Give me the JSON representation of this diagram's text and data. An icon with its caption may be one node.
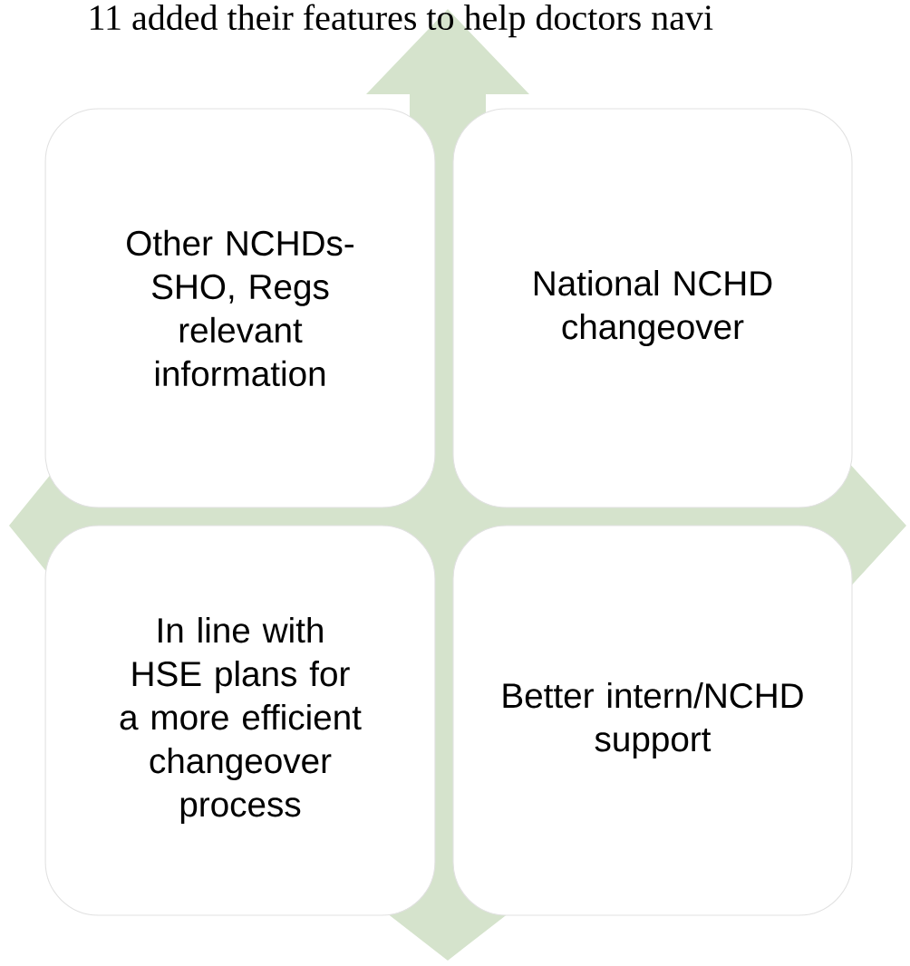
{
  "diagram": {
    "nodes": [
      {
        "text": [
          "Other NCHDs- SHO, Regs relevant information"
        ]
      },
      {
        "text": [
          "National NCHD changeover"
        ]
      },
      {
        "text": [
          "In line with HSE plans for a more efficient changeover process"
        ]
      },
      {
        "text": [
          "Better intern/NCHD support"
        ]
      }
    ],
    "labels": [
      "11 added their features to help doctors navi"
    ]
  }
}
